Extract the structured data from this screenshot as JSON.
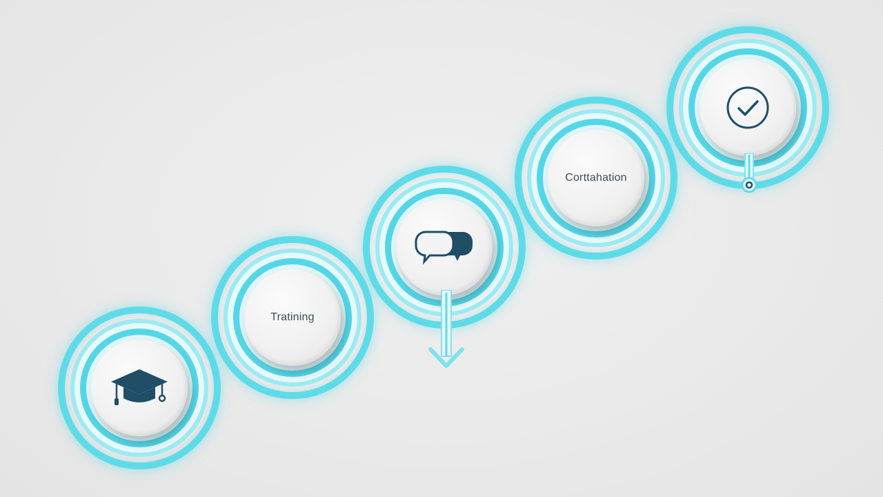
{
  "steps": [
    {
      "id": "step-1",
      "icon": "graduation-cap-icon",
      "label": ""
    },
    {
      "id": "step-2",
      "icon": "",
      "label": "Tratining"
    },
    {
      "id": "step-3",
      "icon": "speech-bubbles-icon",
      "label": ""
    },
    {
      "id": "step-4",
      "icon": "",
      "label": "Corttahation"
    },
    {
      "id": "step-5",
      "icon": "check-circle-icon",
      "label": ""
    }
  ],
  "colors": {
    "ring": "#5fdbe8",
    "icon": "#1f4e66",
    "background": "#ebebeb"
  }
}
